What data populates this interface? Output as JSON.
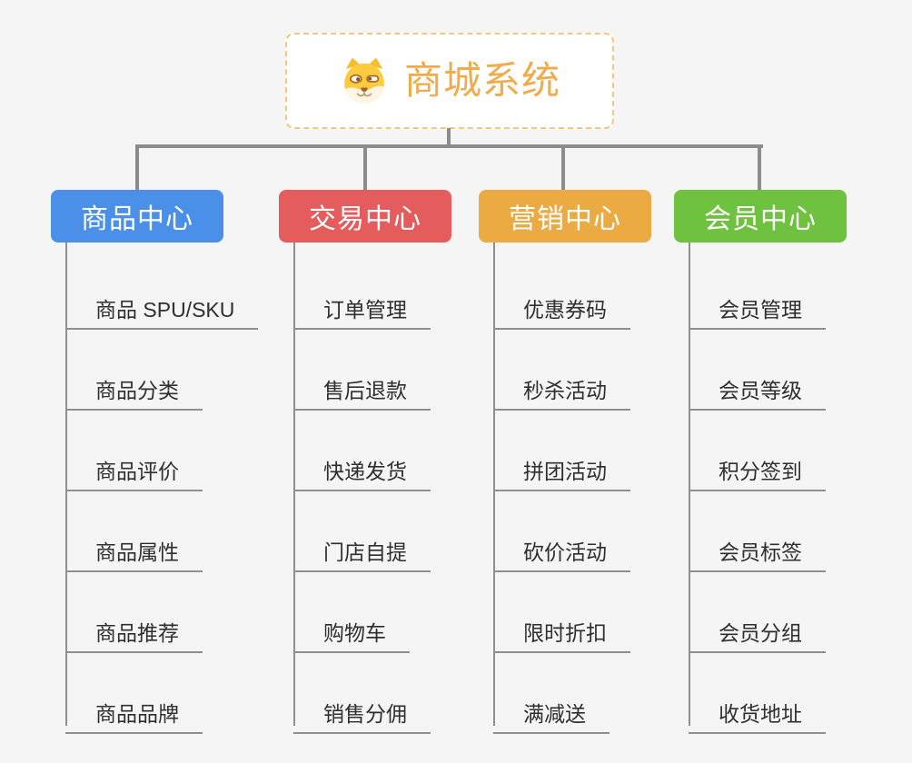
{
  "root": {
    "title": "商城系统",
    "icon": "doge-icon"
  },
  "branches": [
    {
      "label": "商品中心",
      "color": "#4a90e8",
      "items": [
        "商品 SPU/SKU",
        "商品分类",
        "商品评价",
        "商品属性",
        "商品推荐",
        "商品品牌"
      ]
    },
    {
      "label": "交易中心",
      "color": "#e45c5c",
      "items": [
        "订单管理",
        "售后退款",
        "快递发货",
        "门店自提",
        "购物车",
        "销售分佣"
      ]
    },
    {
      "label": "营销中心",
      "color": "#ebaa42",
      "items": [
        "优惠券码",
        "秒杀活动",
        "拼团活动",
        "砍价活动",
        "限时折扣",
        "满减送"
      ]
    },
    {
      "label": "会员中心",
      "color": "#6fc140",
      "items": [
        "会员管理",
        "会员等级",
        "积分签到",
        "会员标签",
        "会员分组",
        "收货地址"
      ]
    }
  ],
  "colors": {
    "background": "#f5f5f5",
    "connector": "#8c8c8c",
    "root_border": "#f3c87e",
    "root_title": "#f0ab4a",
    "leaf_text": "#2f2f2f"
  }
}
